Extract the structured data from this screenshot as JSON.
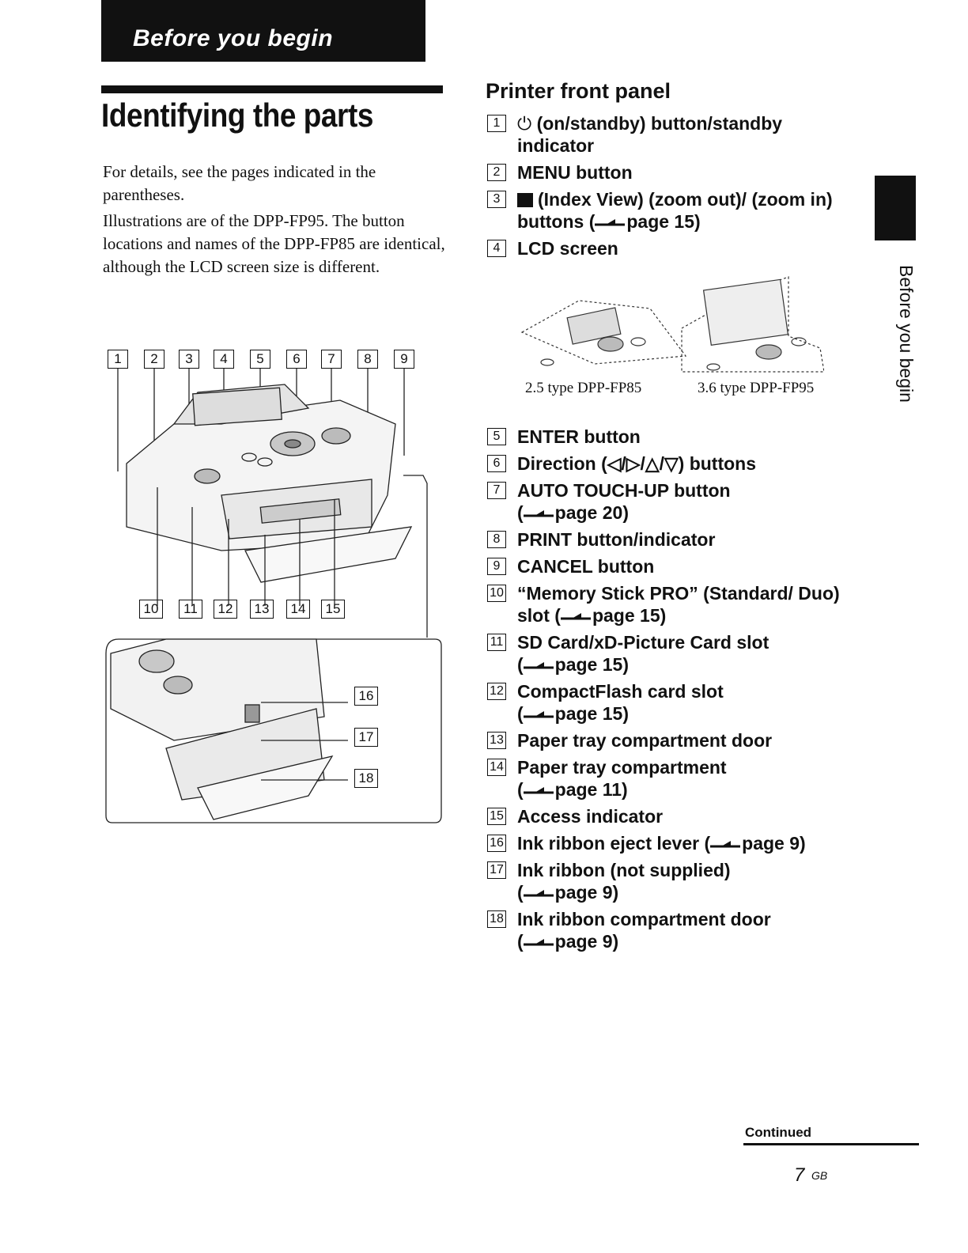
{
  "header": {
    "section_label": "Before you begin"
  },
  "title": "Identifying the parts",
  "intro": [
    "For details, see the pages indicated in the parentheses.",
    "Illustrations are of the DPP-FP95. The button locations and names of the DPP-FP85 are identical, although the LCD screen size is different."
  ],
  "front_panel": {
    "heading": "Printer front panel",
    "items": [
      {
        "num": "1",
        "label": "(on/standby) button/standby indicator",
        "icon": "power-icon",
        "ref": ""
      },
      {
        "num": "2",
        "label": "MENU button",
        "ref": ""
      },
      {
        "num": "3",
        "label": "(Index View) (zoom out)/ (zoom in) buttons (",
        "icon": "index-view-icon",
        "ref": "page 15)"
      },
      {
        "num": "4",
        "label": "LCD screen",
        "ref": ""
      }
    ]
  },
  "captions": {
    "fp85": "2.5 type DPP-FP85",
    "fp95": "3.6 type DPP-FP95"
  },
  "parts": [
    {
      "num": "5",
      "label": "ENTER button",
      "ref": ""
    },
    {
      "num": "6",
      "label": "Direction (◁/▷/△/▽) buttons",
      "ref": ""
    },
    {
      "num": "7",
      "label": "AUTO TOUCH-UP button",
      "ref": "page 20)"
    },
    {
      "num": "8",
      "label": "PRINT button/indicator",
      "ref": ""
    },
    {
      "num": "9",
      "label": "CANCEL button",
      "ref": ""
    },
    {
      "num": "10",
      "label": "“Memory Stick PRO” (Standard/ Duo) slot (",
      "ref": "page 15)"
    },
    {
      "num": "11",
      "label": "SD Card/xD-Picture Card slot",
      "ref": "page 15)"
    },
    {
      "num": "12",
      "label": "CompactFlash card slot",
      "ref": "page 15)"
    },
    {
      "num": "13",
      "label": "Paper tray compartment door",
      "ref": ""
    },
    {
      "num": "14",
      "label": "Paper tray compartment",
      "ref": "page 11)"
    },
    {
      "num": "15",
      "label": "Access indicator",
      "ref": ""
    },
    {
      "num": "16",
      "label": "Ink ribbon eject lever (",
      "ref": "page 9)"
    },
    {
      "num": "17",
      "label": "Ink ribbon (not supplied)",
      "ref": "page 9)"
    },
    {
      "num": "18",
      "label": "Ink ribbon compartment door",
      "ref": "page 9)"
    }
  ],
  "side_tab": {
    "label": "Before you begin"
  },
  "footer": {
    "continued": "Continued",
    "page_number": "7",
    "page_suffix": "GB"
  }
}
